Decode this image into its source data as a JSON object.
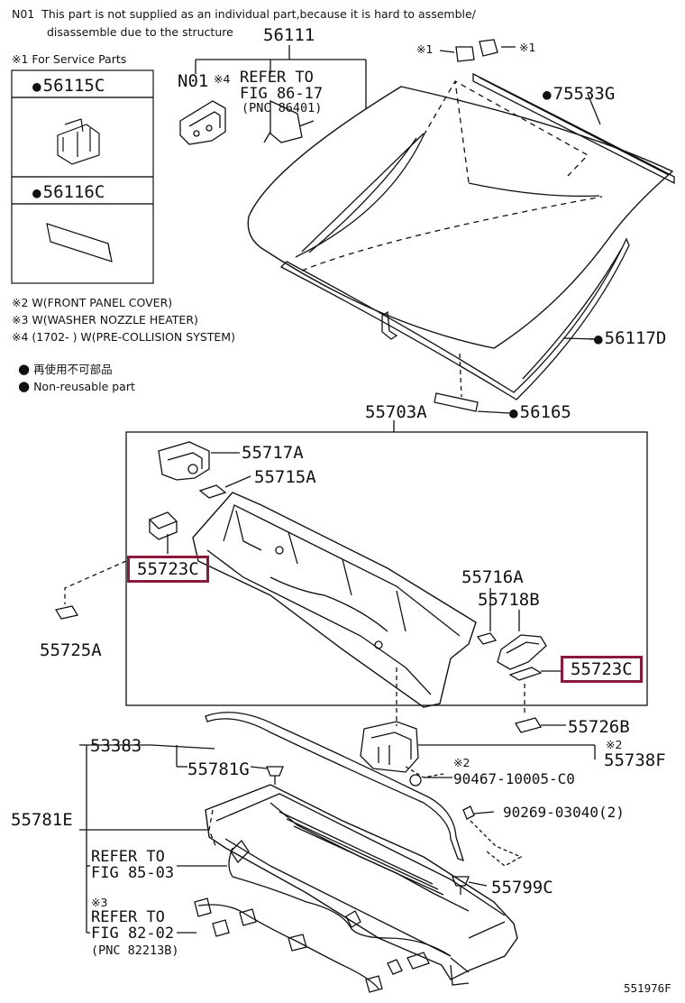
{
  "notes": {
    "n01_code": "N01",
    "n01_line1": "This part is not supplied as an individual part,because it is hard to assemble/",
    "n01_line2": "disassemble due to the structure",
    "service_note": "※1 For Service Parts",
    "note2": "※2 W(FRONT PANEL COVER)",
    "note3": "※3 W(WASHER NOZZLE HEATER)",
    "note4": "※4 (1702-       ) W(PRE-COLLISION SYSTEM)",
    "legend_jp": "再使用不可部品",
    "legend_en": "Non-reusable part"
  },
  "service_parts": [
    "56115C",
    "56116C"
  ],
  "marks": {
    "star1": "※1",
    "star2": "※2",
    "star4": "※4"
  },
  "labels": {
    "p56111": "56111",
    "n01": "N01",
    "ref1_line1": "REFER TO",
    "ref1_line2": "FIG 86-17",
    "ref1_pnc": "(PNC 86401)",
    "p75533G": "75533G",
    "p56117D": "56117D",
    "p56165": "56165",
    "p55703A": "55703A",
    "p55717A": "55717A",
    "p55715A": "55715A",
    "p55723C_left": "55723C",
    "p55725A": "55725A",
    "p55716A": "55716A",
    "p55718B": "55718B",
    "p55723C_right": "55723C",
    "p55726B": "55726B",
    "p53383": "53383",
    "p55781G": "55781G",
    "p90467": "90467-10005-C0",
    "p55738F": "55738F",
    "p55781E": "55781E",
    "p90269": "90269-03040(2)",
    "ref2_line1": "REFER TO",
    "ref2_line2": "FIG 85-03",
    "p55799C": "55799C",
    "ref3_line1": "REFER TO",
    "ref3_line2": "FIG 82-02",
    "ref3_pnc": "(PNC 82213B)",
    "figure_id": "551976F"
  },
  "colors": {
    "highlight": "#8b1a3a",
    "line": "#111111"
  }
}
